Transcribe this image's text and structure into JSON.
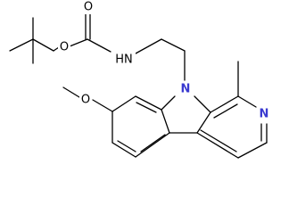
{
  "labels": {
    "o_ether": "O",
    "o_carbonyl": "O",
    "nh": "HN",
    "n9": "N",
    "n2": "N",
    "o_methoxy": "O"
  },
  "colors": {
    "bond": "#000000",
    "nitrogen_bold": "#3a3ad0",
    "background": "#ffffff"
  }
}
